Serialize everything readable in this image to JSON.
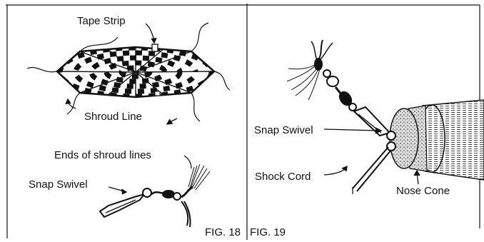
{
  "fig18": {
    "caption": "FIG. 18",
    "labels": {
      "tape_strip": "Tape Strip",
      "shroud_line": "Shroud Line",
      "ends_of_shroud_lines": "Ends of shroud lines",
      "snap_swivel": "Snap Swivel"
    }
  },
  "fig19": {
    "caption": "FIG. 19",
    "labels": {
      "snap_swivel": "Snap Swivel",
      "shock_cord": "Shock Cord",
      "nose_cone": "Nose Cone"
    }
  }
}
